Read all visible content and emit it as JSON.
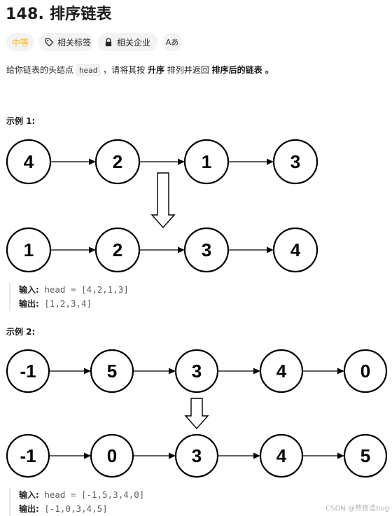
{
  "problem": {
    "title": "148. 排序链表",
    "tags": {
      "difficulty": "中等",
      "related_tags": "相关标签",
      "related_companies": "相关企业",
      "font_size_icon_label": "Aあ"
    },
    "description": {
      "part1": "给你链表的头结点 ",
      "code": "head",
      "part2": " ，请将其按 ",
      "bold1": "升序",
      "part3": " 排列并返回 ",
      "bold2": "排序后的链表",
      "part4": " 。"
    }
  },
  "examples": [
    {
      "title": "示例 1:",
      "input_label": "输入:",
      "input_value": "head = [4,2,1,3]",
      "output_label": "输出:",
      "output_value": "[1,2,3,4]",
      "list_before": [
        "4",
        "2",
        "1",
        "3"
      ],
      "list_after": [
        "1",
        "2",
        "3",
        "4"
      ]
    },
    {
      "title": "示例 2:",
      "input_label": "输入:",
      "input_value": "head = [-1,5,3,4,0]",
      "output_label": "输出:",
      "output_value": "[-1,0,3,4,5]",
      "list_before": [
        "-1",
        "5",
        "3",
        "4",
        "0"
      ],
      "list_after": [
        "-1",
        "0",
        "3",
        "4",
        "5"
      ]
    }
  ],
  "watermark": "CSDN @熬夜造bug",
  "colors": {
    "difficulty_medium": "#ffb800",
    "tag_background": "#f2f3f4",
    "node_stroke": "#000000"
  }
}
